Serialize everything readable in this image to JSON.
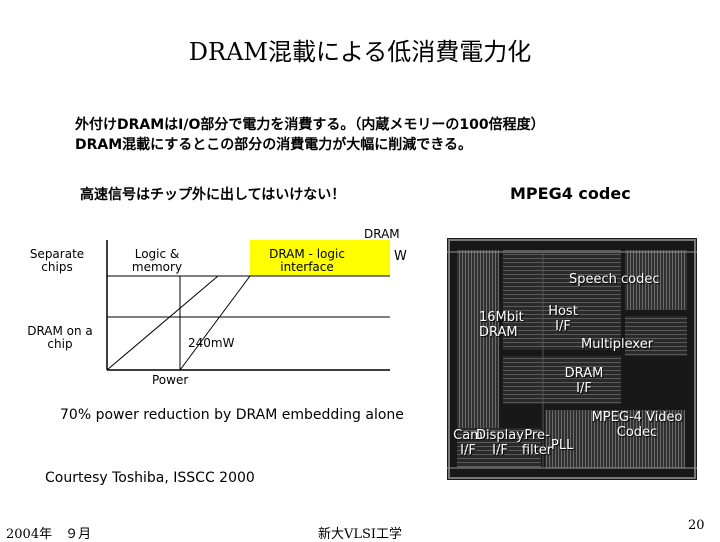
{
  "title": "DRAM混載による低消費電力化",
  "intro": {
    "line1": "外付けDRAMはI/O部分で電力を消費する。（内蔵メモリーの100倍程度）",
    "line2": "DRAM混載にするとこの部分の消費電力が大幅に削減できる。"
  },
  "warning": "高速信号はチップ外に出してはいけない！",
  "mpeg_title": "MPEG4 codec",
  "diagram": {
    "separate_chips": "Separate\nchips",
    "dram_on_chip": "DRAM on a\nchip",
    "logic_memory": "Logic &\nmemory",
    "dram_logic_interface": "DRAM - logic\ninterface",
    "dram": "DRAM",
    "w_suffix": "W",
    "power_240": "240mW",
    "power_axis": "Power",
    "colors": {
      "interface_fill": "#ffff00"
    }
  },
  "reduction": "70% power reduction by DRAM embedding alone",
  "courtesy": "Courtesy Toshiba, ISSCC 2000",
  "chip": {
    "speech_codec": "Speech codec",
    "dram_16mbit": "16Mbit\nDRAM",
    "host_if": "Host\nI/F",
    "multiplexer": "Multiplexer",
    "dram_if": "DRAM\nI/F",
    "mpeg4_video": "MPEG-4 Video\nCodec",
    "cam_if": "Cam\nI/F",
    "display_if": "Display\nI/F",
    "pre_filter": "Pre-\nfilter",
    "pll": "PLL"
  },
  "footer": {
    "date": "2004年　９月",
    "org": "新大VLSI工学",
    "page": "20"
  }
}
